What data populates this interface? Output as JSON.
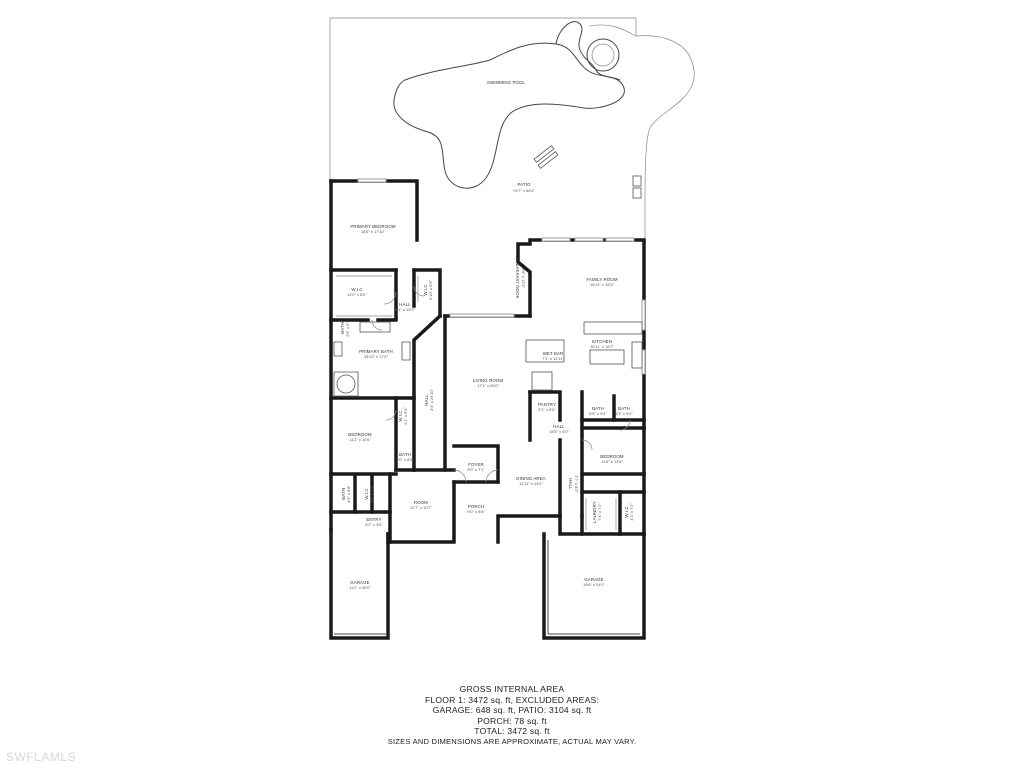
{
  "rooms": {
    "pool": {
      "name": "SWIMMING POOL",
      "dims": ""
    },
    "patio": {
      "name": "PATIO",
      "dims": "74'7\" x 66'4\""
    },
    "primary_bedroom": {
      "name": "PRIMARY BEDROOM",
      "dims": "16'6\" x 17'10\""
    },
    "wic": {
      "name": "W.I.C",
      "dims": "11'0\" x 6'0\""
    },
    "wic_small": {
      "name": "W.I.C",
      "dims": "6'10\" x 5'6\""
    },
    "hall_primary": {
      "name": "HALL",
      "dims": "8'1\" x 10'0\""
    },
    "primary_bath": {
      "name": "PRIMARY BATH",
      "dims": "15'10\" x 17'2\""
    },
    "bath_small_left": {
      "name": "BATH",
      "dims": "5'6\" x 6'1\""
    },
    "breakfast_nook": {
      "name": "BREAKFAST NOOK",
      "dims": "8'8\" x 13'3\""
    },
    "family_room": {
      "name": "FAMILY ROOM",
      "dims": "15'11\" x 15'3\""
    },
    "kitchen": {
      "name": "KITCHEN",
      "dims": "15'11\" x 16'7\""
    },
    "wet_bar": {
      "name": "WET BAR",
      "dims": "7'1\" x 12'11\""
    },
    "living_room": {
      "name": "LIVING ROOM",
      "dims": "17'1\" x 26'0\""
    },
    "pantry": {
      "name": "PANTRY",
      "dims": "5'1\" x 6'0\""
    },
    "hall_main": {
      "name": "HALL",
      "dims": "15'5\" x 6'0\""
    },
    "hall_vertical": {
      "name": "HALL",
      "dims": "4'4\" x 26'10\""
    },
    "bath_right_a": {
      "name": "BATH",
      "dims": "6'6\" x 9'4\""
    },
    "bath_right_b": {
      "name": "BATH",
      "dims": "5'1\" x 9'4\""
    },
    "bedroom_right": {
      "name": "BEDROOM",
      "dims": "11'6\" x 13'6\""
    },
    "hall_right": {
      "name": "HALL",
      "dims": "3'7\" x 8'2\""
    },
    "laundry": {
      "name": "LAUNDRY",
      "dims": "7'4\" x 7'2\""
    },
    "wic_right": {
      "name": "W.I.C",
      "dims": "4'1\" x 7'2\""
    },
    "bedroom_left": {
      "name": "BEDROOM",
      "dims": "11'2\" x 10'6\""
    },
    "wic_left": {
      "name": "W.I.C",
      "dims": "5'1\" x 6'3\""
    },
    "bath_left": {
      "name": "BATH",
      "dims": "5'0\" x 8'0\""
    },
    "foyer": {
      "name": "FOYER",
      "dims": "9'0\" x 7'1\""
    },
    "dining_area": {
      "name": "DINING AREA",
      "dims": "11'11\" x 14'0\""
    },
    "room": {
      "name": "ROOM",
      "dims": "12'7\" x 10'7\""
    },
    "porch": {
      "name": "PORCH",
      "dims": "9'0\" x 8'8\""
    },
    "bath_lower_left": {
      "name": "BATH",
      "dims": "4'6\" x 8'8\""
    },
    "wic_lower": {
      "name": "W.I.C",
      "dims": "3'4\" x 5'1\""
    },
    "entry": {
      "name": "ENTRY",
      "dims": "5'2\" x 3'8\""
    },
    "garage_left": {
      "name": "GARAGE",
      "dims": "11'2\" x 20'0\""
    },
    "garage_right": {
      "name": "GARAGE",
      "dims": "19'6\" x 24'1\""
    }
  },
  "area_summary": {
    "line1": "GROSS INTERNAL AREA",
    "line2": "FLOOR 1: 3472 sq. ft, EXCLUDED AREAS:",
    "line3": "GARAGE: 648 sq. ft, PATIO: 3104 sq. ft",
    "line4": "PORCH: 78 sq. ft",
    "line5": "TOTAL: 3472 sq. ft",
    "line6": "SIZES AND DIMENSIONS ARE APPROXIMATE, ACTUAL MAY VARY."
  },
  "watermark": "SWFLAMLS"
}
